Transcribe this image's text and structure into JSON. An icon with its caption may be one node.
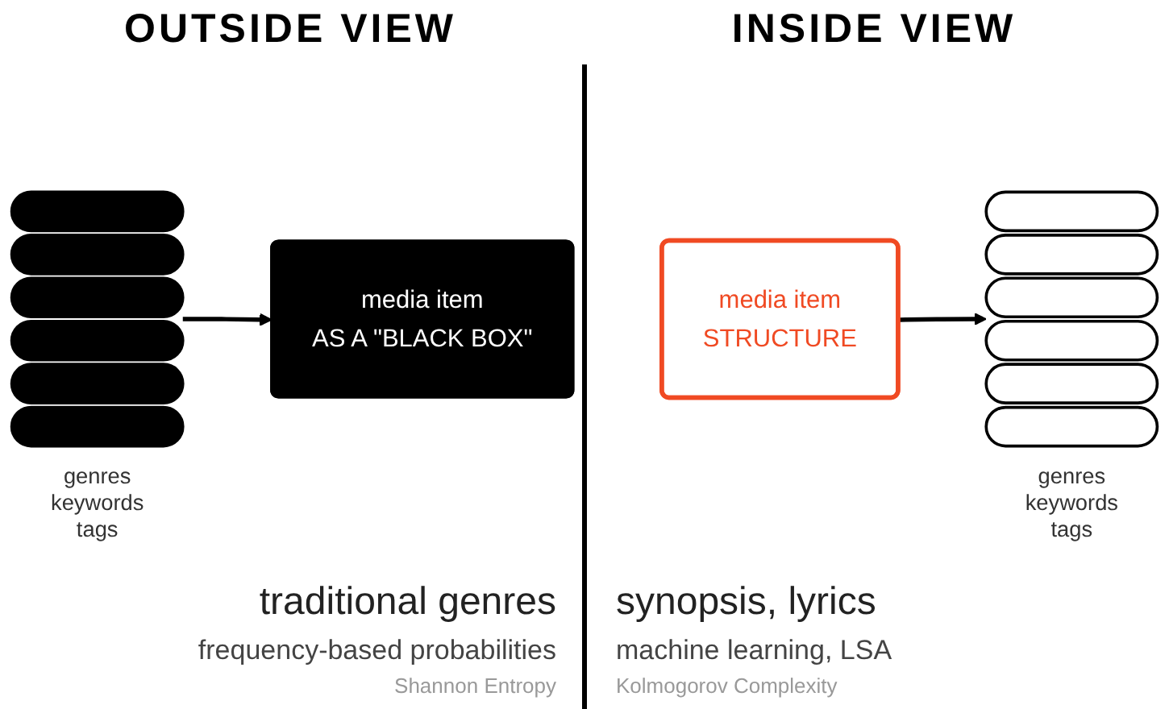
{
  "diagram": {
    "nodes": [
      {
        "text": [],
        "shape": "stack",
        "beside": [
          "genres keywords tags"
        ]
      },
      {
        "text": [
          "media item",
          "AS A \"BLACK BOX\""
        ]
      },
      {
        "text": [
          "media item",
          "STRUCTURE"
        ]
      },
      {
        "text": [],
        "shape": "stack",
        "beside": [
          "genres keywords tags"
        ]
      }
    ],
    "edges": [
      {
        "from": 0,
        "to": 1,
        "arrow": "to"
      },
      {
        "from": 2,
        "to": 3,
        "arrow": "to"
      }
    ],
    "labels": [
      "OUTSIDE VIEW",
      "INSIDE VIEW",
      "traditional genres",
      "frequency-based probabilities",
      "Shannon Entropy",
      "synopsis, lyrics",
      "machine learning, LSA",
      "Kolmogorov Complexity"
    ]
  }
}
